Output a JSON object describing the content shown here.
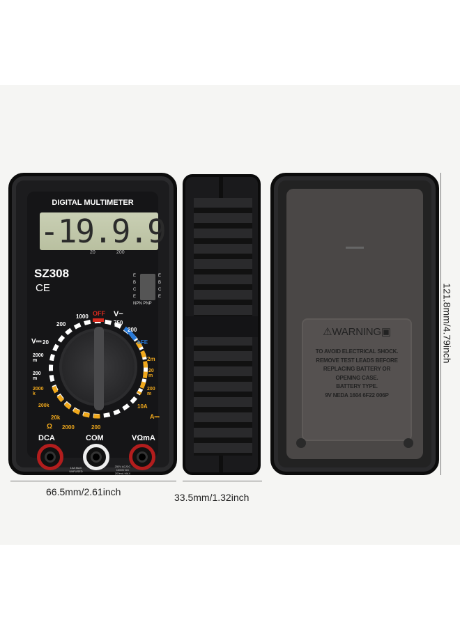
{
  "front": {
    "title": "DIGITAL MULTIMETER",
    "display": "-19.9.9",
    "lcd_marks": [
      "20",
      "200"
    ],
    "model": "SZ308",
    "ce": "CE",
    "hfe_left": [
      "E",
      "B",
      "C",
      "E"
    ],
    "hfe_right": [
      "E",
      "B",
      "C",
      "E"
    ],
    "hfe_types": "NPN PNP",
    "dial": {
      "off": "OFF",
      "dcv": "V⎓",
      "acv": "V~",
      "v1000": "1000",
      "v750": "750",
      "v200a": "200",
      "v200": "200",
      "v20": "20",
      "m2000": "2000 m",
      "m200": "200 m",
      "k2000": "2000 k",
      "k200": "200k",
      "k20": "20k",
      "o2000": "2000",
      "o200": "200",
      "ohm": "Ω",
      "hfe": "hFE",
      "a2m": "2m",
      "a20m": "20 m",
      "a200m": "200 m",
      "a10": "10A",
      "adc": "A⎓"
    },
    "jacks": {
      "dca": "DCA",
      "com": "COM",
      "vma": "VΩmA"
    },
    "fine_print": [
      "10A MAX UNFUSED",
      "250V AC/DC 1000V DC 200mA MAX"
    ]
  },
  "back": {
    "warning_title": "WARNING",
    "warning_lines": [
      "TO AVOID ELECTRICAL SHOCK.",
      "REMOVE TEST LEADS BEFORE",
      "REPLACING BATTERY OR",
      "OPENING CASE.",
      "BATTERY TYPE.",
      "9V NEDA 1604 6F22 006P"
    ]
  },
  "dimensions": {
    "width": "66.5mm/2.61inch",
    "depth": "33.5mm/1.32inch",
    "height": "121.8mm/4.79inch"
  },
  "colors": {
    "body": "#1c1c1e",
    "accent_red": "#d42a1e",
    "accent_yellow": "#f0a81c",
    "accent_blue": "#2a7ad8",
    "lcd": "#c3c9aa"
  }
}
